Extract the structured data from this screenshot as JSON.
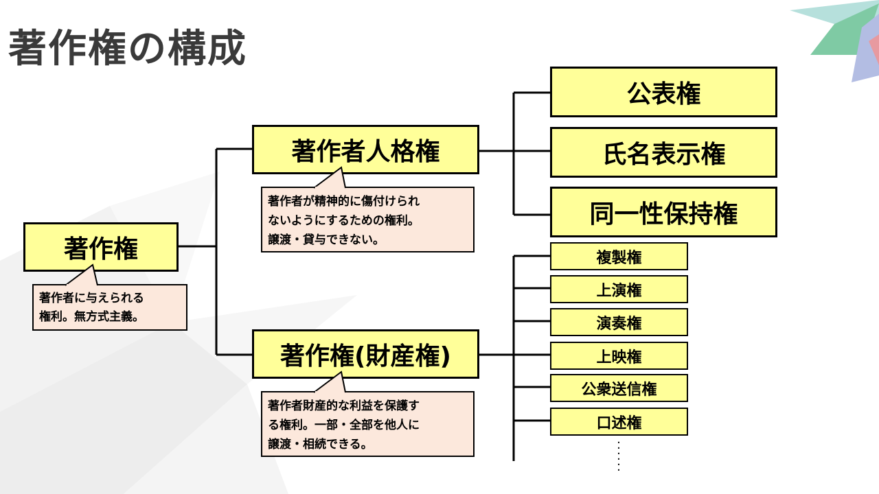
{
  "title": "著作権の構成",
  "root": {
    "label": "著作権",
    "note": [
      "著作者に与えられる",
      "権利。無方式主義。"
    ]
  },
  "moral_rights": {
    "label": "著作者人格権",
    "note": [
      "著作者が精神的に傷付けられ",
      "ないようにするための権利。",
      "譲渡・貸与できない。"
    ],
    "children": [
      "公表権",
      "氏名表示権",
      "同一性保持権"
    ]
  },
  "property_rights": {
    "label": "著作権(財産権)",
    "note": [
      "著作者財産的な利益を保護す",
      "る権利。一部・全部を他人に",
      "譲渡・相続できる。"
    ],
    "children": [
      "複製権",
      "上演権",
      "演奏権",
      "上映権",
      "公衆送信権",
      "口述権"
    ],
    "more": "⋮"
  },
  "colors": {
    "box_fill": "#ffff99",
    "note_fill": "#fce8dc",
    "title": "#3a3a3a"
  }
}
